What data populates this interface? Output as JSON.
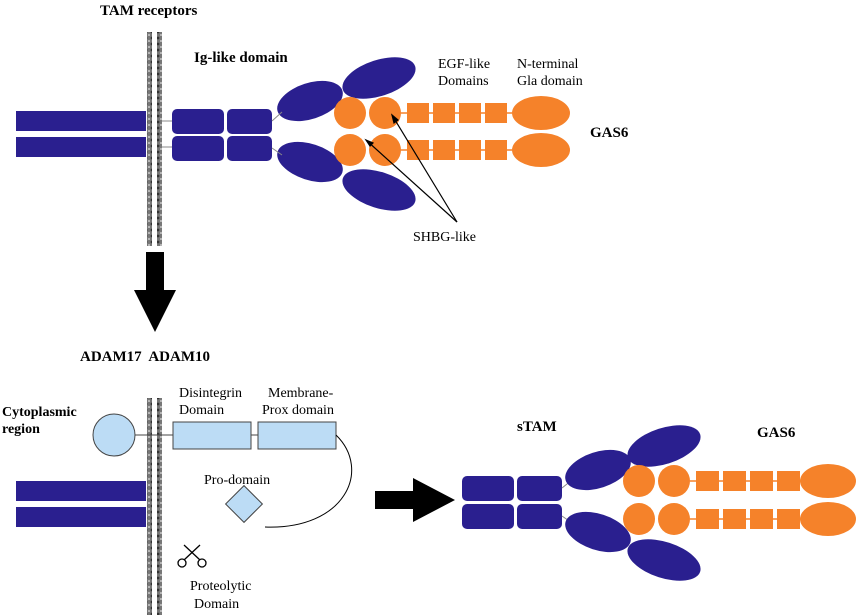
{
  "labels": {
    "tam_receptors": "TAM receptors",
    "ig_like": "Ig-like domain",
    "egf_like_1": "EGF-like",
    "egf_like_2": "Domains",
    "nterm_1": "N-terminal",
    "nterm_2": "Gla domain",
    "gas6_top": "GAS6",
    "shbg": "SHBG-like",
    "adam": "ADAM17  ADAM10",
    "cyto_1": "Cytoplasmic",
    "cyto_2": "region",
    "disintegrin_1": "Disintegrin",
    "disintegrin_2": "Domain",
    "membrane_1": "Membrane-",
    "membrane_2": "Prox domain",
    "prodomain": "Pro-domain",
    "proteolytic_1": "Proteolytic",
    "proteolytic_2": "Domain",
    "stam": "sTAM",
    "gas6_bottom": "GAS6"
  },
  "colors": {
    "receptor": "#2a1f8f",
    "gas6": "#f5822a",
    "adam": "#bcdcf5",
    "membrane": "#555555"
  },
  "icons": {
    "scissors": "scissors-icon"
  }
}
